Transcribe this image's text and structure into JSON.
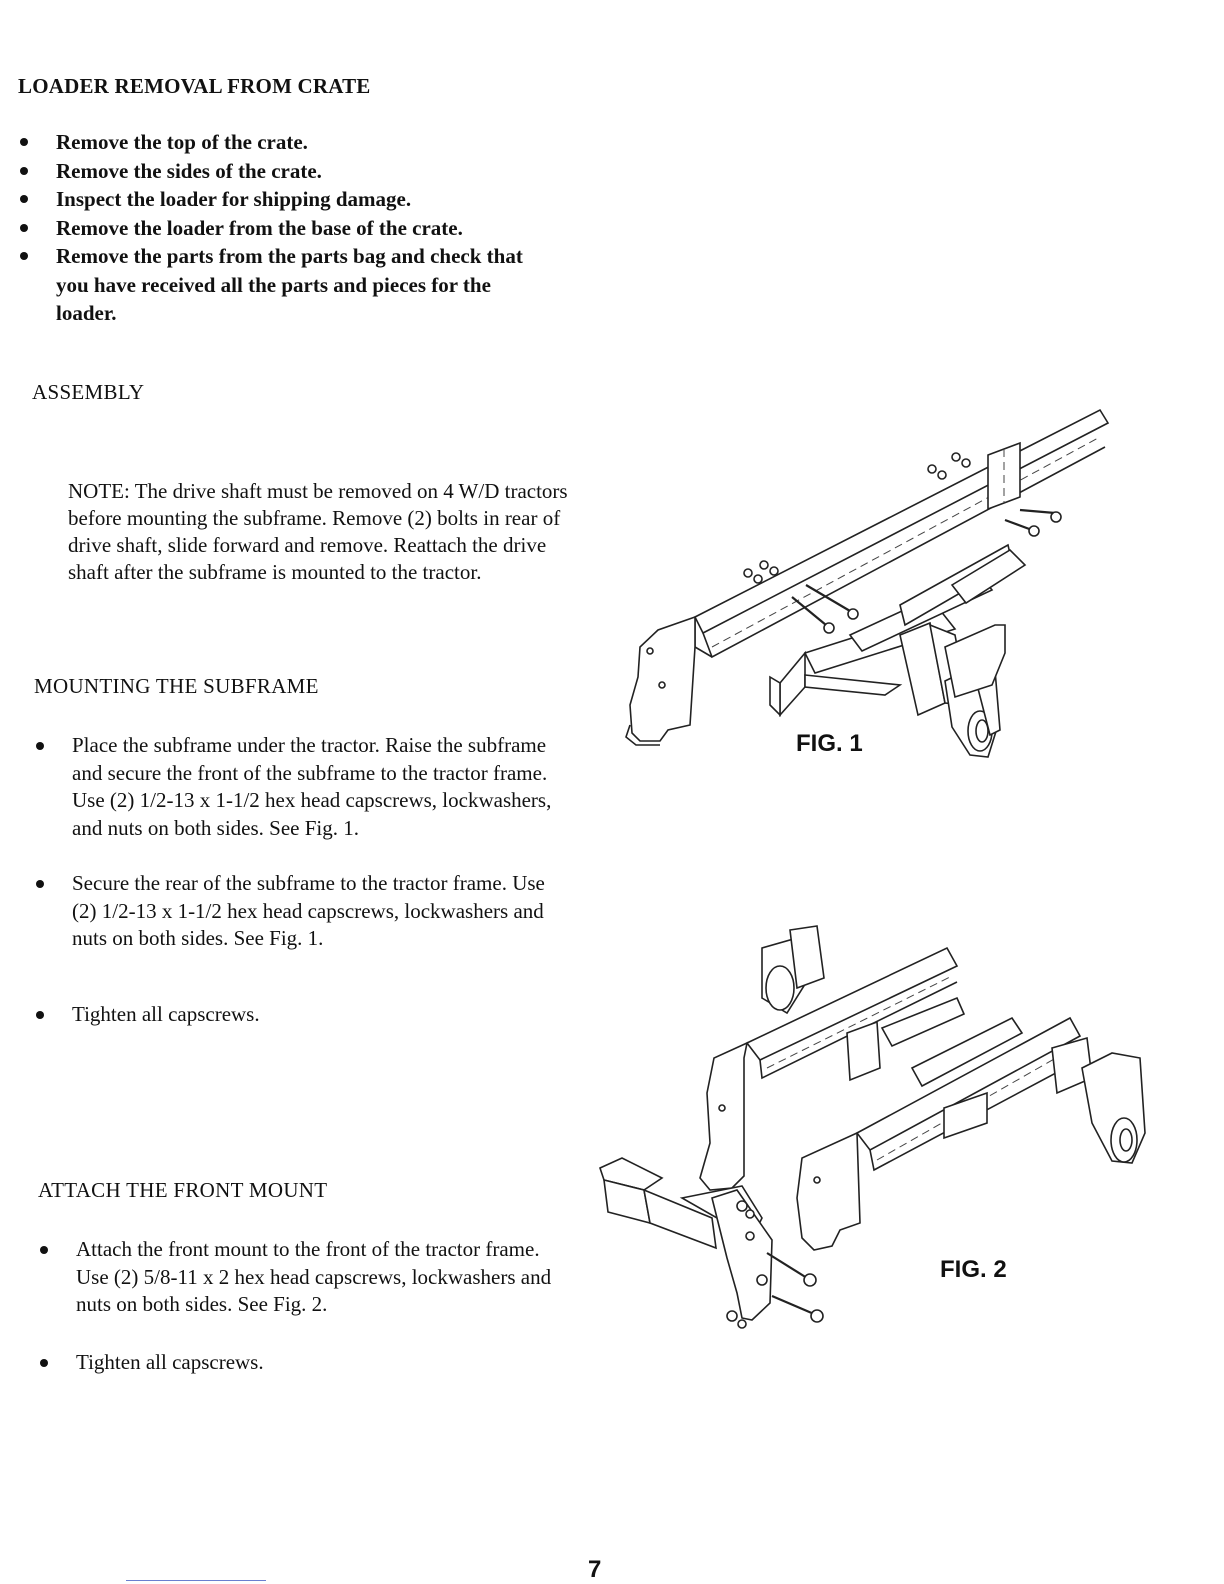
{
  "removal": {
    "heading": "LOADER REMOVAL FROM CRATE",
    "bullets": [
      "Remove the top of the crate.",
      "Remove the sides of the crate.",
      "Inspect the loader for shipping damage.",
      "Remove the loader from the base of the crate.",
      "Remove the parts from the parts bag and check that you have received all the parts and pieces for the loader."
    ]
  },
  "assembly": {
    "heading": "ASSEMBLY",
    "note": "NOTE:  The drive shaft must be removed on 4 W/D tractors before mounting the subframe.  Remove (2) bolts in rear of drive shaft, slide forward and remove. Reattach the drive shaft after the subframe is mounted to the tractor."
  },
  "subframe": {
    "heading": "MOUNTING THE SUBFRAME",
    "bullets": [
      "Place the subframe under the tractor.  Raise the subframe and secure the front of the subframe to the tractor frame.  Use (2) 1/2-13 x 1-1/2 hex head capscrews, lockwashers, and nuts on both sides. See Fig. 1.",
      "Secure the rear of the subframe to the tractor frame. Use (2) 1/2-13 x 1-1/2 hex head capscrews, lockwashers and nuts on both sides.  See Fig. 1.",
      "Tighten all capscrews."
    ]
  },
  "front_mount": {
    "heading": "ATTACH THE FRONT MOUNT",
    "bullets": [
      "Attach the front mount to the front of the tractor frame.  Use (2) 5/8-11 x 2 hex head capscrews, lockwashers and nuts on both sides.  See Fig. 2.",
      "Tighten all capscrews."
    ]
  },
  "figures": {
    "fig1_label": "FIG. 1",
    "fig2_label": "FIG. 2"
  },
  "page_number": "7"
}
